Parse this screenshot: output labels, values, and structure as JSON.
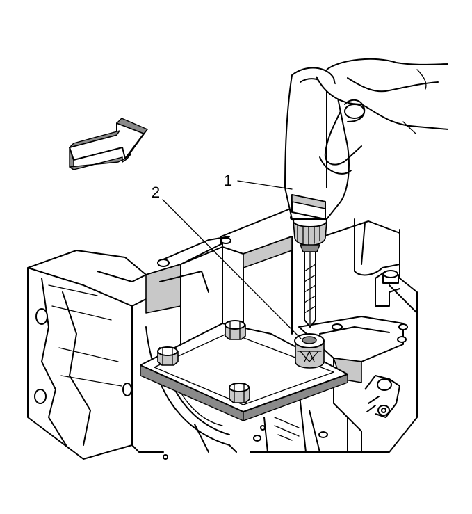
{
  "callouts": [
    {
      "id": "1",
      "label": "1"
    },
    {
      "id": "2",
      "label": "2"
    }
  ],
  "icons": {
    "direction_arrow": "direction-arrow-icon"
  },
  "colors": {
    "line": "#000000",
    "background": "#ffffff",
    "shade": "#c8c8c8",
    "dark_shade": "#8a8a8a"
  }
}
